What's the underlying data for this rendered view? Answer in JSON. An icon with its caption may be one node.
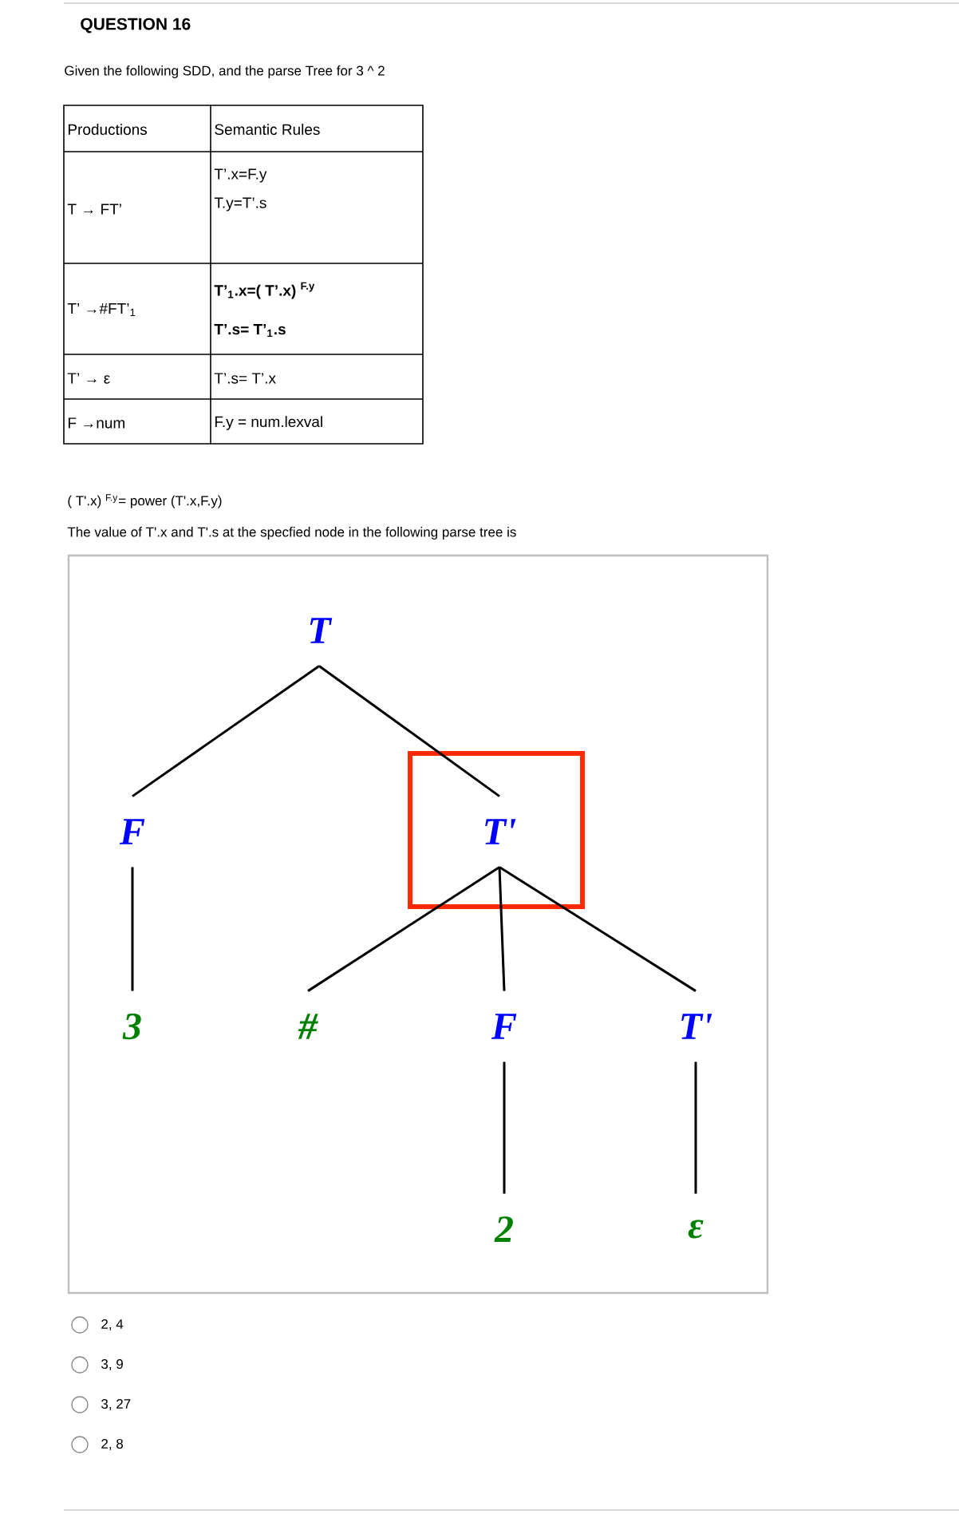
{
  "diagram": {
    "title": "QUESTION 16",
    "nodes": [
      {
        "text": [
          "T"
        ]
      },
      {
        "text": [
          "F"
        ]
      },
      {
        "text": [],
        "shape": "box"
      },
      {
        "text": [
          "T'"
        ],
        "in": 2
      },
      {
        "text": [
          "3"
        ]
      },
      {
        "text": [
          "#"
        ]
      },
      {
        "text": [
          "F"
        ]
      },
      {
        "text": [
          "T'"
        ]
      },
      {
        "text": [
          "2"
        ]
      },
      {
        "text": [
          "ε"
        ]
      }
    ],
    "edges": [
      {
        "from": 0,
        "to": 1,
        "arrow": "none"
      },
      {
        "from": 0,
        "to": 3,
        "arrow": "none"
      },
      {
        "from": 1,
        "to": 4,
        "arrow": "none"
      },
      {
        "from": 3,
        "to": 5,
        "arrow": "none"
      },
      {
        "from": 3,
        "to": 6,
        "arrow": "none"
      },
      {
        "from": 3,
        "to": 7,
        "arrow": "none"
      },
      {
        "from": 6,
        "to": 8,
        "arrow": "none"
      },
      {
        "from": 7,
        "to": 9,
        "arrow": "none"
      }
    ],
    "labels": [
      "Given the following SDD, and the parse Tree for 3 ^ 2",
      "Productions",
      "Semantic Rules",
      "T → FT’",
      "T’.x=F.y",
      "T.y=T’.s",
      "T’ →#FT’$_{1}$",
      "T’$_{1}$.x=( T’.x) $^{F.y}$",
      "T’.s= T’$_{1}$.s",
      "T’ → ε",
      "T’.s= T’.x",
      "F →num",
      "F.y = num.lexval",
      "( T'.x) $^{F.y}$= power (T'.x,F.y)",
      "The value of T'.x and T'.s  at the specfied node in the following parse tree is",
      "2,  4",
      "3,  9",
      "3,   27",
      "2,  8"
    ]
  }
}
